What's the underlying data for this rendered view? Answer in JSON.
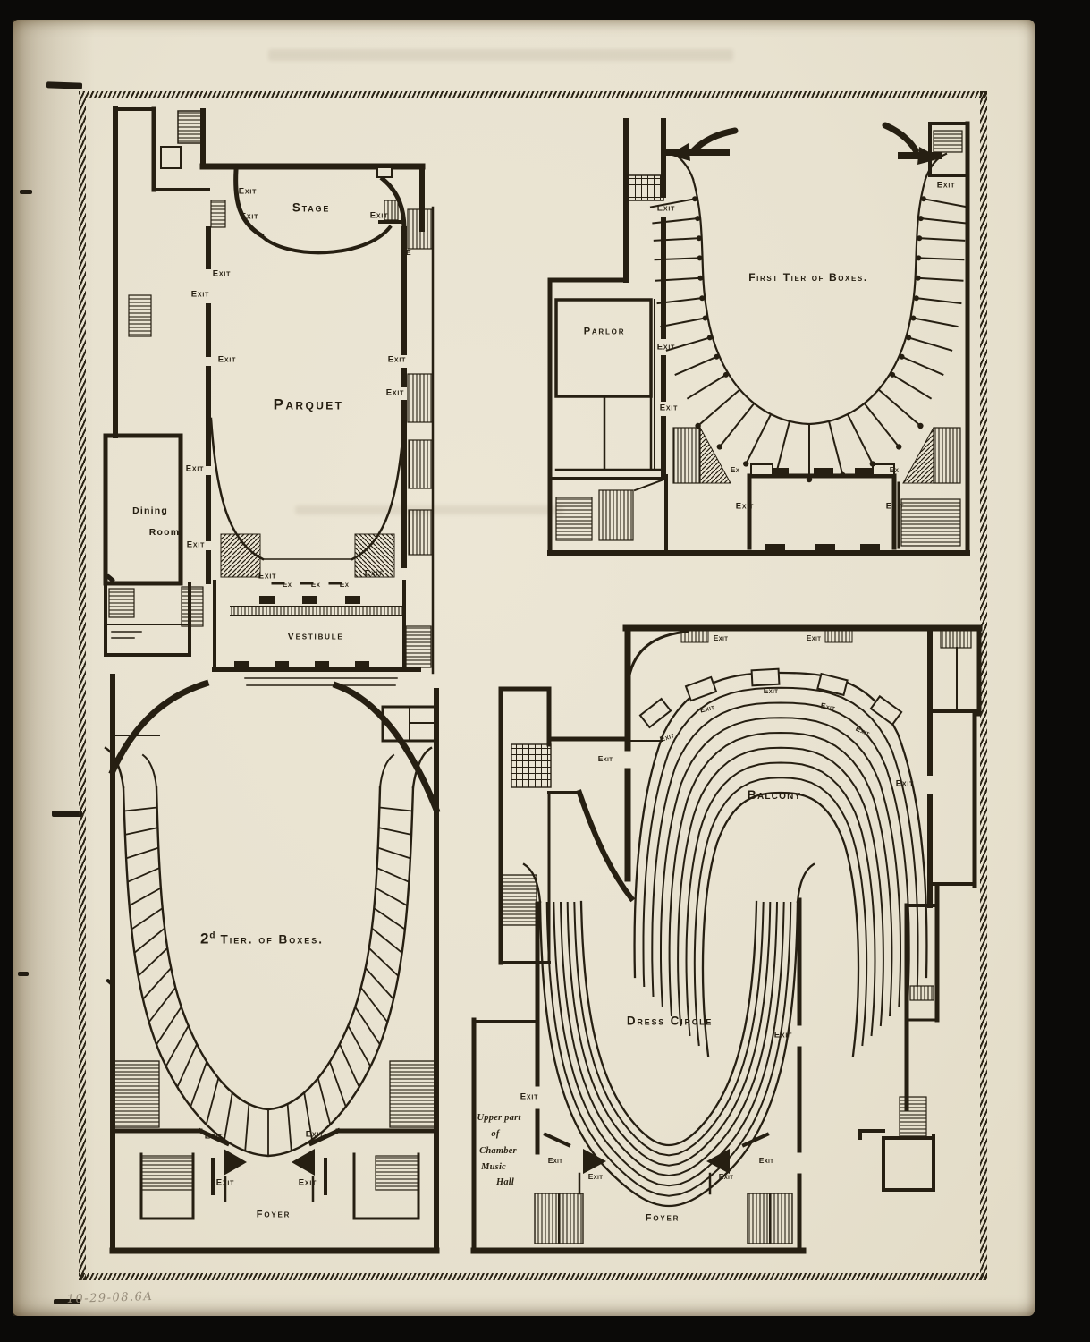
{
  "photo": {
    "annotation": "10-29-08.6A"
  },
  "plans": {
    "parquet": {
      "stage": "Stage",
      "title": "Parquet",
      "dining": [
        "Dining",
        "Room"
      ],
      "vestibule": "Vestibule",
      "exit_partial": "E",
      "ex_doors": [
        "Ex",
        "Ex",
        "Ex"
      ],
      "exits": [
        "Exit",
        "Exit",
        "Exit",
        "Exit",
        "Exit",
        "Exit",
        "Exit",
        "Exit",
        "Exit",
        "Exit",
        "Exit",
        "Exit"
      ]
    },
    "first_tier": {
      "title": "First Tier of Boxes.",
      "parlor": "Parlor",
      "ex_doors": [
        "Ex",
        "Ex"
      ],
      "exits": [
        "Exit",
        "Exit",
        "Exit",
        "Exit",
        "Exit",
        "Exit"
      ]
    },
    "second_tier": {
      "title_num": "2",
      "title_sup": "d",
      "title_rest": "Tier. of Boxes.",
      "foyer": "Foyer",
      "exits": [
        "Exit",
        "Exit",
        "Exit",
        "Exit"
      ]
    },
    "balcony_floor": {
      "balcony": "Balcony",
      "dress_circle": "Dress Circle",
      "foyer": "Foyer",
      "chamber_note": [
        "Upper part",
        "of",
        "Chamber",
        "Music",
        "Hall"
      ],
      "exits": [
        "Exit",
        "Exit",
        "Exit",
        "Exit",
        "Exit",
        "Exit",
        "Exit",
        "Exit",
        "Exit",
        "Exit",
        "Exit",
        "Exit",
        "Exit",
        "Exit",
        "Exit"
      ]
    }
  }
}
